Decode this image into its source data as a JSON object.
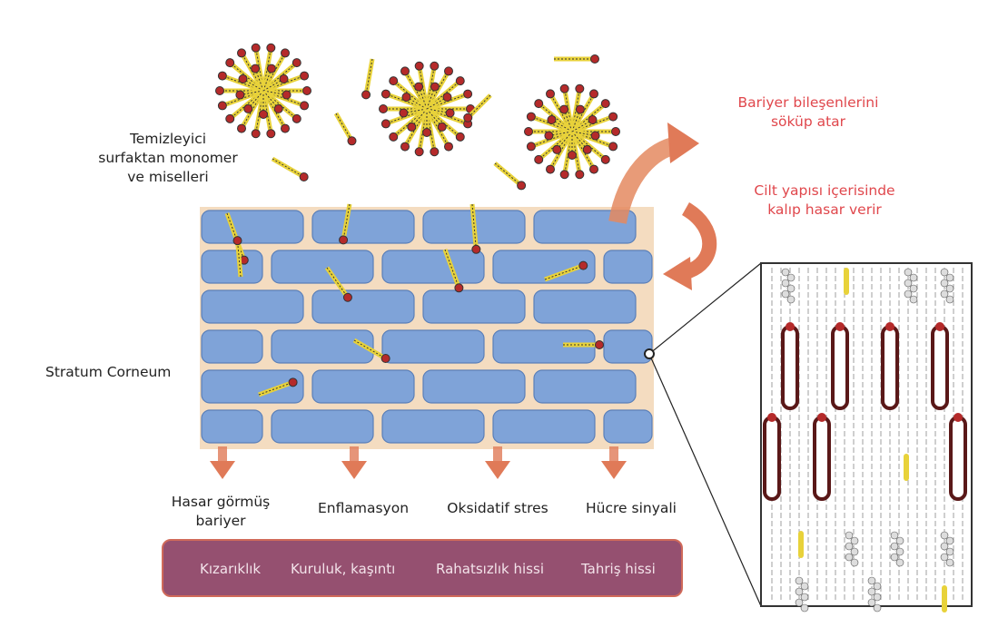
{
  "labels": {
    "surfactant": [
      "Temizleyici",
      "surfaktan monomer",
      "ve miselleri"
    ],
    "stratum": "Stratum Corneum",
    "strip": [
      "Bariyer bileşenlerini",
      "söküp atar"
    ],
    "damage": [
      "Cilt yapısı içerisinde",
      "kalıp hasar verir"
    ]
  },
  "effects": [
    {
      "line1": "Hasar görmüş",
      "line2": "bariyer"
    },
    {
      "line1": "Enflamasyon"
    },
    {
      "line1": "Oksidatif stres"
    },
    {
      "line1": "Hücre sinyali"
    }
  ],
  "symptoms": [
    "Kızarıklık",
    "Kuruluk, kaşıntı",
    "Rahatsızlık hissi",
    "Tahriş hissi"
  ],
  "colors": {
    "cell": "#7fa3d8",
    "lipid": "#f4dcc0",
    "arrow": "#e07a58",
    "text_red": "#e0474c",
    "bar": "#955070"
  }
}
